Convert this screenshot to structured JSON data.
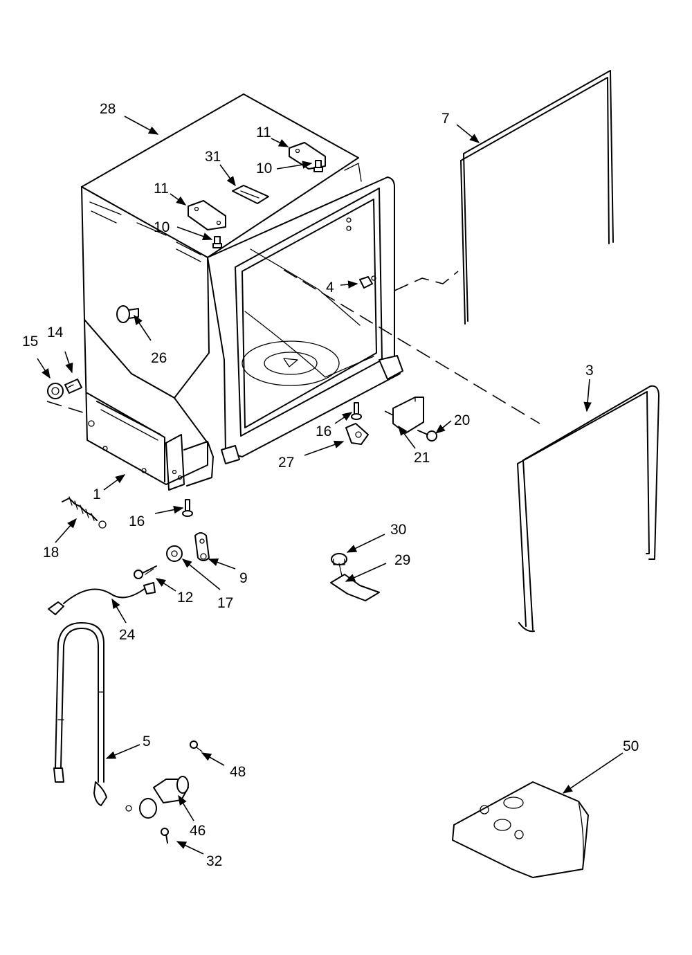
{
  "callouts": {
    "c28": "28",
    "c7": "7",
    "c11a": "11",
    "c11b": "11",
    "c31": "31",
    "c10a": "10",
    "c10b": "10",
    "c4": "4",
    "c26": "26",
    "c15": "15",
    "c14": "14",
    "c3": "3",
    "c16a": "16",
    "c16b": "16",
    "c20": "20",
    "c21": "21",
    "c27": "27",
    "c1": "1",
    "c18": "18",
    "c9": "9",
    "c17": "17",
    "c12": "12",
    "c24": "24",
    "c30": "30",
    "c29": "29",
    "c5": "5",
    "c48": "48",
    "c46": "46",
    "c32": "32",
    "c50": "50"
  }
}
